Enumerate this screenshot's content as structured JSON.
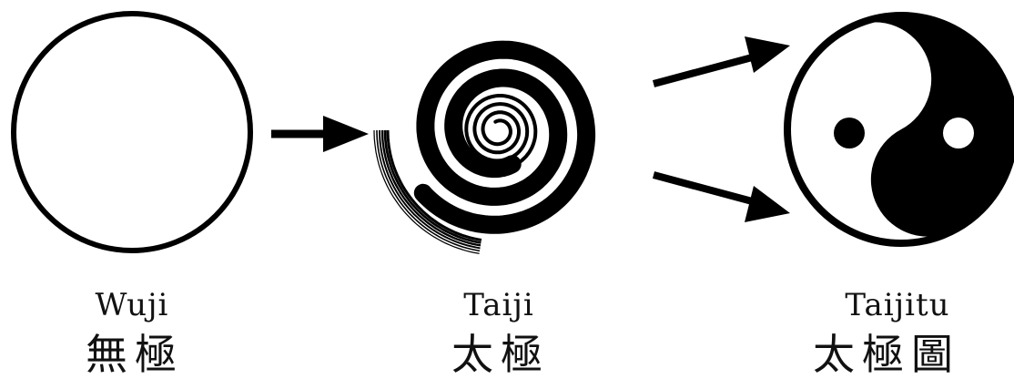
{
  "stages": [
    {
      "id": "wuji",
      "name": "Wuji",
      "chinese": "無極",
      "symbol": "empty-circle"
    },
    {
      "id": "taiji",
      "name": "Taiji",
      "chinese": "太極",
      "symbol": "spiral"
    },
    {
      "id": "taijitu",
      "name": "Taijitu",
      "chinese": "太極圖",
      "symbol": "yin-yang"
    }
  ],
  "colors": {
    "ink": "#000000",
    "paper": "#ffffff"
  }
}
